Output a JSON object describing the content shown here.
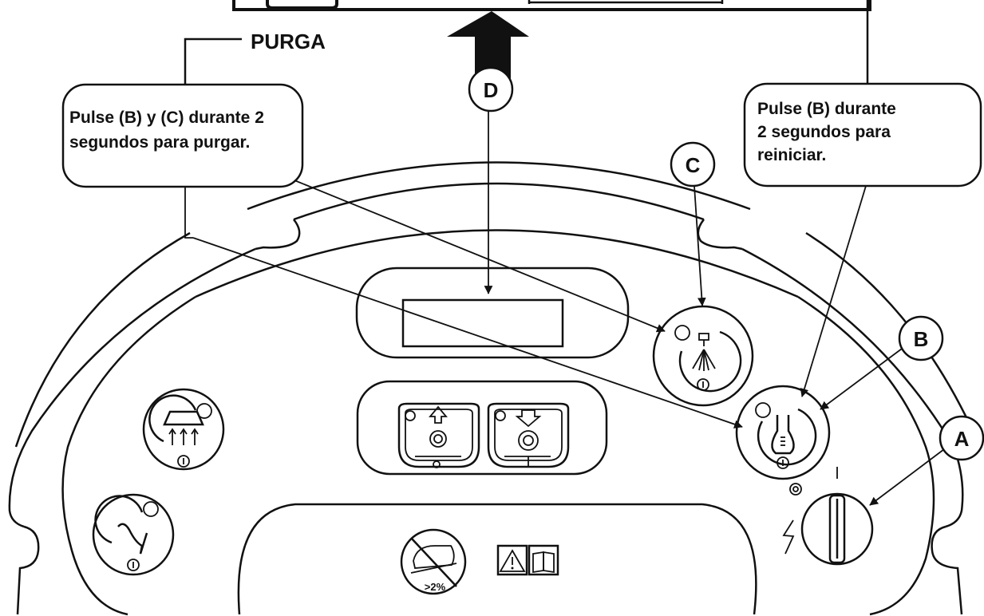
{
  "labels": {
    "purga": "PURGA",
    "a": "A",
    "b": "B",
    "c": "C",
    "d": "D"
  },
  "callouts": {
    "left": [
      "Pulse (B) y (C) durante 2",
      "segundos para purgar."
    ],
    "right": [
      "Pulse (B) durante",
      "2 segundos para",
      "reiniciar."
    ]
  },
  "panel": {
    "slope_text": ">2%"
  },
  "icons": {
    "top_display": "display-screen-icon",
    "arrow_d": "up-arrow-icon",
    "spray": "spray-nozzle-icon",
    "detergent": "detergent-flask-icon",
    "squeegee": "squeegee-hood-icon",
    "vacuum": "vacuum-hose-icon",
    "brush_up": "brush-up-icon",
    "brush_down": "brush-down-icon",
    "key": "key-switch-icon",
    "no_slope": "no-slope-icon",
    "warning": "warning-triangle-icon",
    "manual": "manual-book-icon",
    "lightning": "lightning-icon"
  }
}
